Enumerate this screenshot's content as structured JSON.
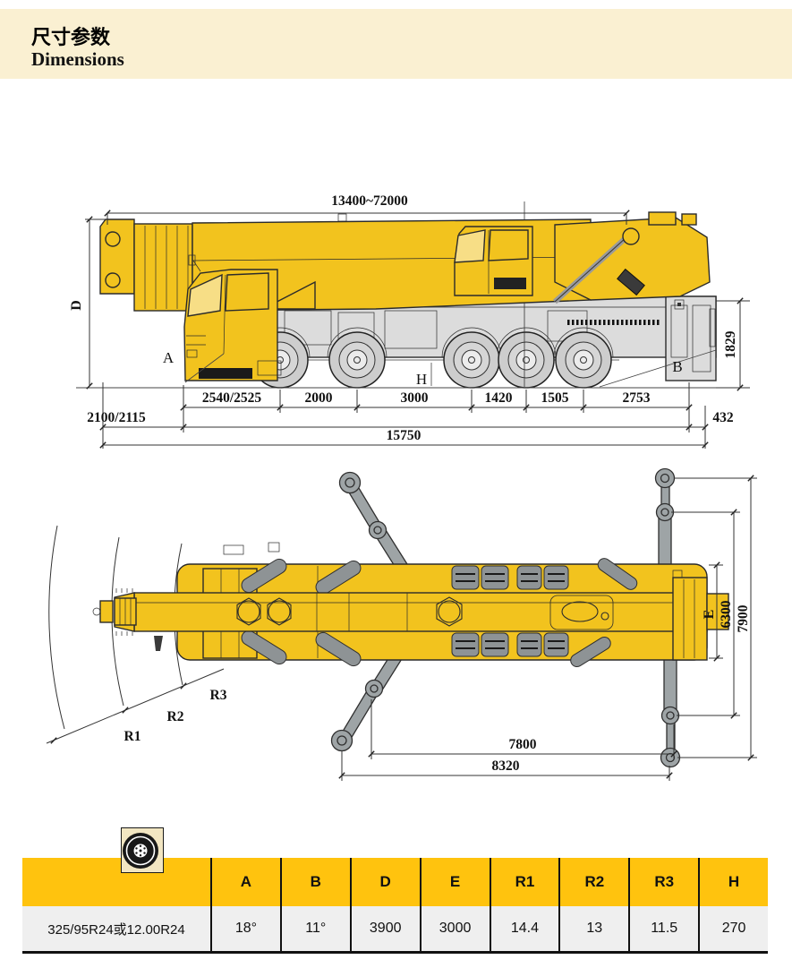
{
  "header": {
    "title_zh": "尺寸参数",
    "title_en": "Dimensions"
  },
  "side_view": {
    "boom_length_range": "13400~72000",
    "overall_height_label": "D",
    "approach_angle_label": "A",
    "departure_angle_label": "B",
    "ground_clearance_label": "H",
    "rear_height": "1829",
    "axle_dims": [
      "2540/2525",
      "2000",
      "3000",
      "1420",
      "1505",
      "2753"
    ],
    "front_overhang": "2100/2115",
    "rear_overhang": "432",
    "overall_length": "15750"
  },
  "top_view": {
    "tail_radius_labels": [
      "R1",
      "R2",
      "R3"
    ],
    "width_label": "E",
    "outrigger_span_transverse": "6300",
    "outrigger_span_transverse_outer": "7900",
    "outrigger_span_longitudinal": "7800",
    "outrigger_span_longitudinal_outer": "8320"
  },
  "table": {
    "tire_spec": "325/95R24或12.00R24",
    "columns": [
      "A",
      "B",
      "D",
      "E",
      "R1",
      "R2",
      "R3",
      "H"
    ],
    "values": [
      "18°",
      "11°",
      "3900",
      "3000",
      "14.4",
      "13",
      "11.5",
      "270"
    ]
  },
  "colors": {
    "header_band": "#FAF0D2",
    "crane_yellow": "#F2C31E",
    "table_header_yellow": "#FFC30E",
    "table_row_gray": "#EFEFEF",
    "chassis_gray": "#DCDCDC",
    "outrigger_gray": "#9EA4A6"
  }
}
